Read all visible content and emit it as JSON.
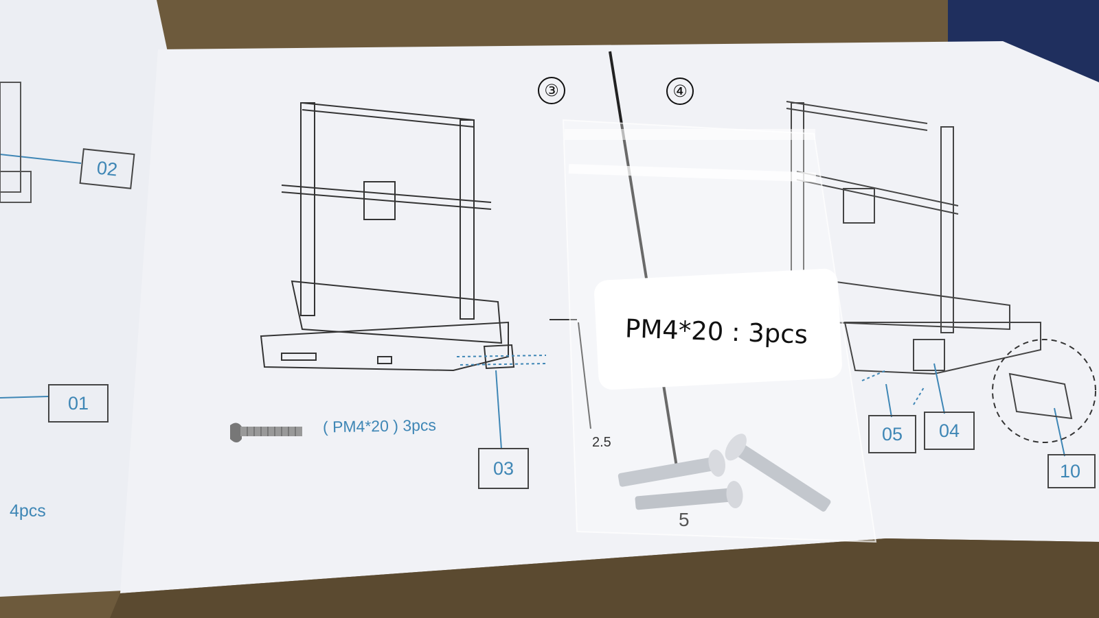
{
  "colors": {
    "table": "#6d5a3c",
    "paper": "#f1f2f6",
    "diagram_line": "#3e86b5",
    "label_text": "#3e86b5",
    "ink": "#222222"
  },
  "manual": {
    "left_page": {
      "callout_02": "02",
      "callout_01": "01",
      "partial_text": "4pcs"
    },
    "step3": {
      "step_number": "③",
      "callout_03": "03",
      "screw_caption": "( PM4*20 ) 3pcs"
    },
    "step4": {
      "step_number": "④",
      "callout_05": "05",
      "callout_04": "04",
      "callout_10_partial": "10"
    },
    "hex_key_size": "2.5",
    "page_number": "5"
  },
  "bag": {
    "label_text": "PM4*20 : 3pcs",
    "screw_count": 3
  },
  "icons": [
    "printer-frame-drawing-step3",
    "printer-frame-drawing-step4",
    "screw-icon",
    "hex-key-icon",
    "detail-magnifier-circle"
  ]
}
